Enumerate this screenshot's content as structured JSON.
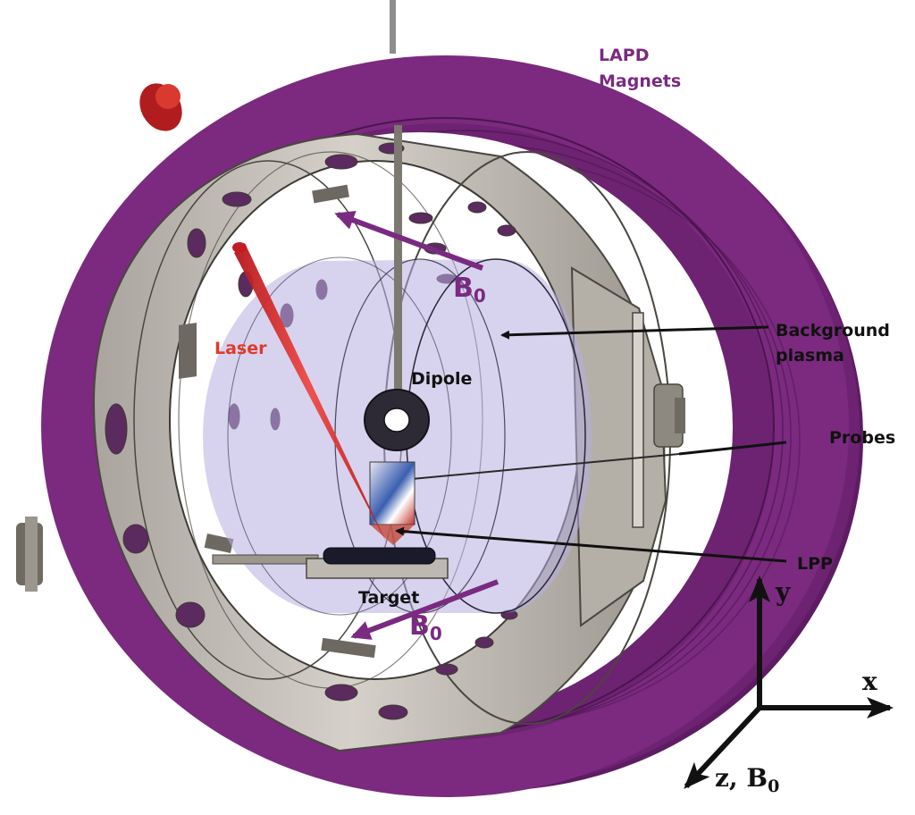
{
  "labels": {
    "lapd_line1": "LAPD",
    "lapd_line2": "Magnets",
    "b0_main": "B",
    "b0_sub": "0",
    "laser": "Laser",
    "dipole": "Dipole",
    "background_line1": "Background",
    "background_line2": "plasma",
    "probes": "Probes",
    "lpp": "LPP",
    "target": "Target",
    "axis_y": "y",
    "axis_x": "x",
    "axis_z": "z, B",
    "axis_z_sub": "0"
  },
  "colors": {
    "magnet": "#7b2a7f",
    "magnet_dark": "#5e1c63",
    "chamber": "#c8c4bd",
    "chamber_dark": "#8f8a82",
    "plasma": "#b6aee0",
    "laser": "#d8282c",
    "label_purple": "#7a2a80",
    "label_red": "#e03a2a",
    "arrow_black": "#111111"
  }
}
